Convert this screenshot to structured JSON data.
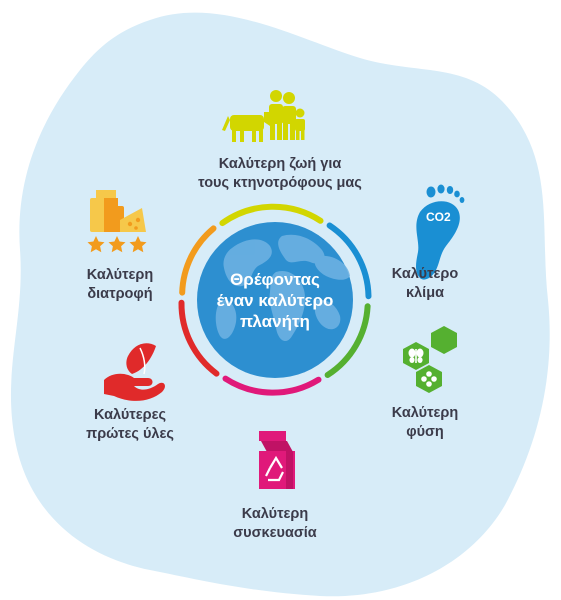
{
  "center": {
    "line1": "Θρέφοντας",
    "line2": "έναν καλύτερο",
    "line3": "πλανήτη"
  },
  "items": [
    {
      "key": "farmers",
      "line1": "Καλύτερη ζωή για",
      "line2": "τους κτηνοτρόφους μας",
      "icon": "farmers-cow-icon",
      "color": "#d2d600"
    },
    {
      "key": "climate",
      "line1": "Καλύτερο",
      "line2": "κλίμα",
      "icon": "footprint-co2-icon",
      "color": "#1a8fd3"
    },
    {
      "key": "nature",
      "line1": "Καλύτερη",
      "line2": "φύση",
      "icon": "hexagon-nature-icon",
      "color": "#55b030"
    },
    {
      "key": "packaging",
      "line1": "Καλύτερη",
      "line2": "συσκευασία",
      "icon": "recycle-carton-icon",
      "color": "#e0197a"
    },
    {
      "key": "materials",
      "line1": "Καλύτερες",
      "line2": "πρώτες ύλες",
      "icon": "hand-leaf-icon",
      "color": "#e02a2a"
    },
    {
      "key": "nutrition",
      "line1": "Καλύτερη",
      "line2": "διατροφή",
      "icon": "dairy-stars-icon",
      "color": "#f29b1d"
    }
  ],
  "co2_text": "CO2",
  "colors": {
    "blob": "#d7ecf8",
    "globe": "#2d8fd0",
    "land": "#6fb3e3"
  }
}
